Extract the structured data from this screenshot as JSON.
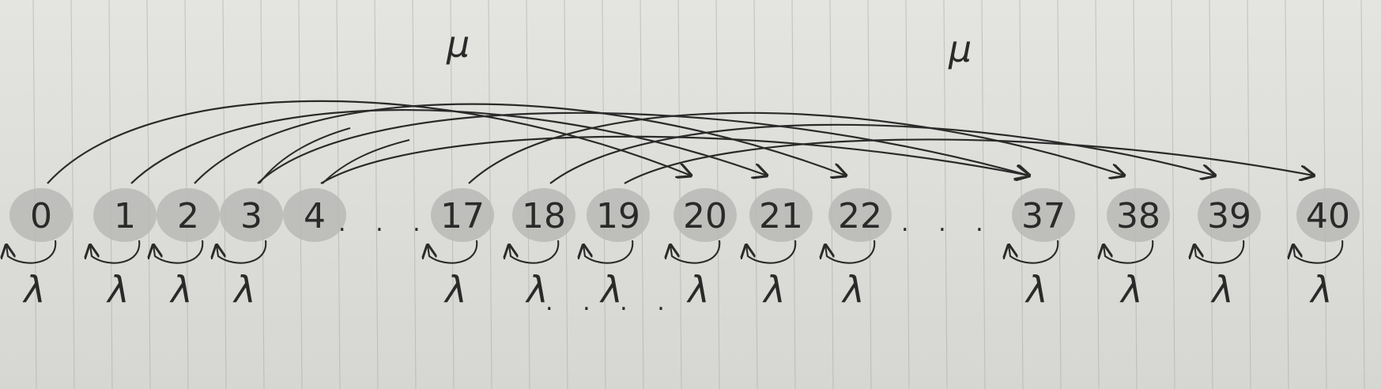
{
  "diagram": {
    "nodes": [
      {
        "label": "0"
      },
      {
        "label": "1"
      },
      {
        "label": "2"
      },
      {
        "label": "3"
      },
      {
        "label": "4"
      },
      {
        "label": "17"
      },
      {
        "label": "18"
      },
      {
        "label": "19"
      },
      {
        "label": "20"
      },
      {
        "label": "21"
      },
      {
        "label": "22"
      },
      {
        "label": "37"
      },
      {
        "label": "38"
      },
      {
        "label": "39"
      },
      {
        "label": "40"
      }
    ],
    "ellipses": [
      ". . .",
      ". . .",
      ". . . ."
    ],
    "top_labels": [
      "μ",
      "μ"
    ],
    "lambda_label": "λ",
    "lambda_count": 14,
    "colors": {
      "ink": "#2a2a2a",
      "node_fill": "#b9b9b6",
      "paper": "#e2e2de",
      "rule": "#a9a9a6"
    }
  }
}
